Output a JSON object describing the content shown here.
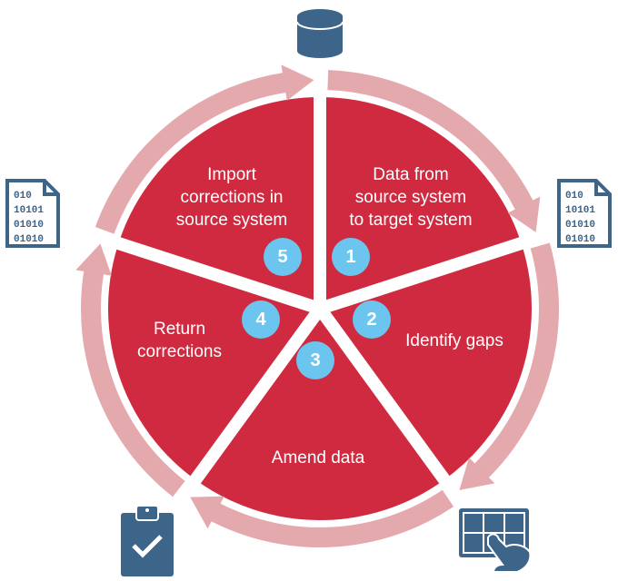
{
  "title": "Data correction cycle",
  "colors": {
    "slice": "#cf2a40",
    "ring": "#e3a9ad",
    "badge": "#6cc5ef",
    "icon": "#3d6489"
  },
  "steps": [
    {
      "number": "1",
      "label": "Data from\nsource system\nto target system"
    },
    {
      "number": "2",
      "label": "Identify gaps"
    },
    {
      "number": "3",
      "label": "Amend data"
    },
    {
      "number": "4",
      "label": "Return\ncorrections"
    },
    {
      "number": "5",
      "label": "Import\ncorrections in\nsource system"
    }
  ],
  "icons": {
    "database": "database-icon",
    "binary_left": "binary-file-icon",
    "binary_right": "binary-file-icon",
    "binary_text": [
      "010",
      "10101",
      "01010",
      "01010"
    ],
    "table_touch": "touch-table-icon",
    "clipboard": "clipboard-check-icon"
  }
}
